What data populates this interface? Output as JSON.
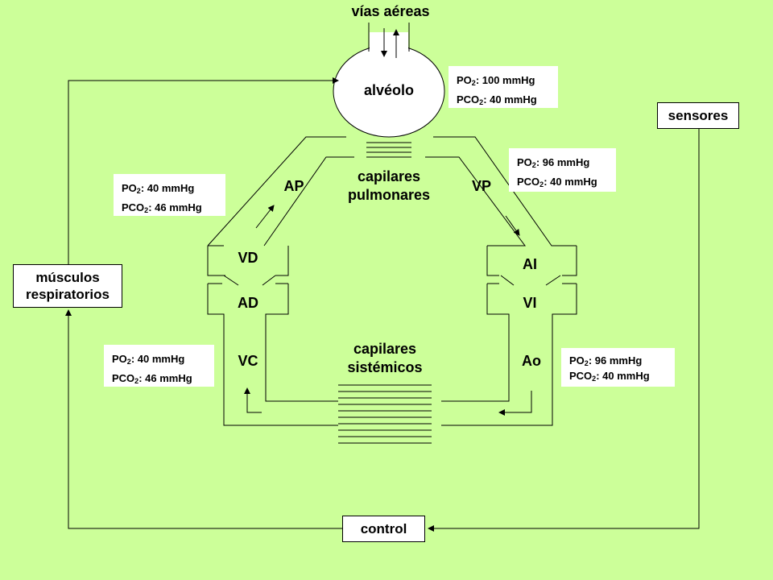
{
  "labels": {
    "airways": "vías aéreas",
    "alveolus": "alvéolo",
    "pulmonary_capillaries": [
      "capilares",
      "pulmonares"
    ],
    "systemic_capillaries": [
      "capilares",
      "sistémicos"
    ],
    "ap": "AP",
    "vp": "VP",
    "vd": "VD",
    "ad": "AD",
    "vc": "VC",
    "ai": "AI",
    "vi": "VI",
    "ao": "Ao"
  },
  "boxes": {
    "sensors": "sensores",
    "muscles": [
      "músculos",
      "respiratorios"
    ],
    "control": "control"
  },
  "gas_values": {
    "alveolus": [
      {
        "gas": "PO",
        "sub": "2",
        "value": ": 100 mmHg"
      },
      {
        "gas": "PCO",
        "sub": "2",
        "value": ": 40 mmHg"
      }
    ],
    "pulmonary_vein": [
      {
        "gas": "PO",
        "sub": "2",
        "value": ":  96 mmHg"
      },
      {
        "gas": "PCO",
        "sub": "2",
        "value": ": 40 mmHg"
      }
    ],
    "pulmonary_artery": [
      {
        "gas": "PO",
        "sub": "2",
        "value": ":   40 mmHg"
      },
      {
        "gas": "PCO",
        "sub": "2",
        "value": ": 46 mmHg"
      }
    ],
    "vena_cava": [
      {
        "gas": "PO",
        "sub": "2",
        "value": ":   40 mmHg"
      },
      {
        "gas": "PCO",
        "sub": "2",
        "value": ": 46 mmHg"
      }
    ],
    "aorta": [
      {
        "gas": "PO",
        "sub": "2",
        "value": ":  96 mmHg"
      },
      {
        "gas": "PCO",
        "sub": "2",
        "value": ": 40 mmHg"
      }
    ]
  }
}
